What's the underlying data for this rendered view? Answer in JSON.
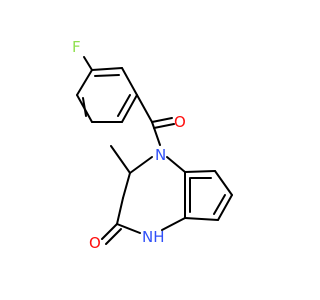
{
  "molecule": {
    "atom_labels": {
      "fluorine": "F",
      "carbonyl_oxygen_top": "O",
      "amine_nitrogen_top": "N",
      "amide_nitrogen": "NH",
      "amide_oxygen": "O"
    },
    "colors": {
      "fluorine": "#90E050",
      "oxygen": "#FF0D0D",
      "nitrogen": "#3050F8",
      "bond": "#000000"
    }
  }
}
